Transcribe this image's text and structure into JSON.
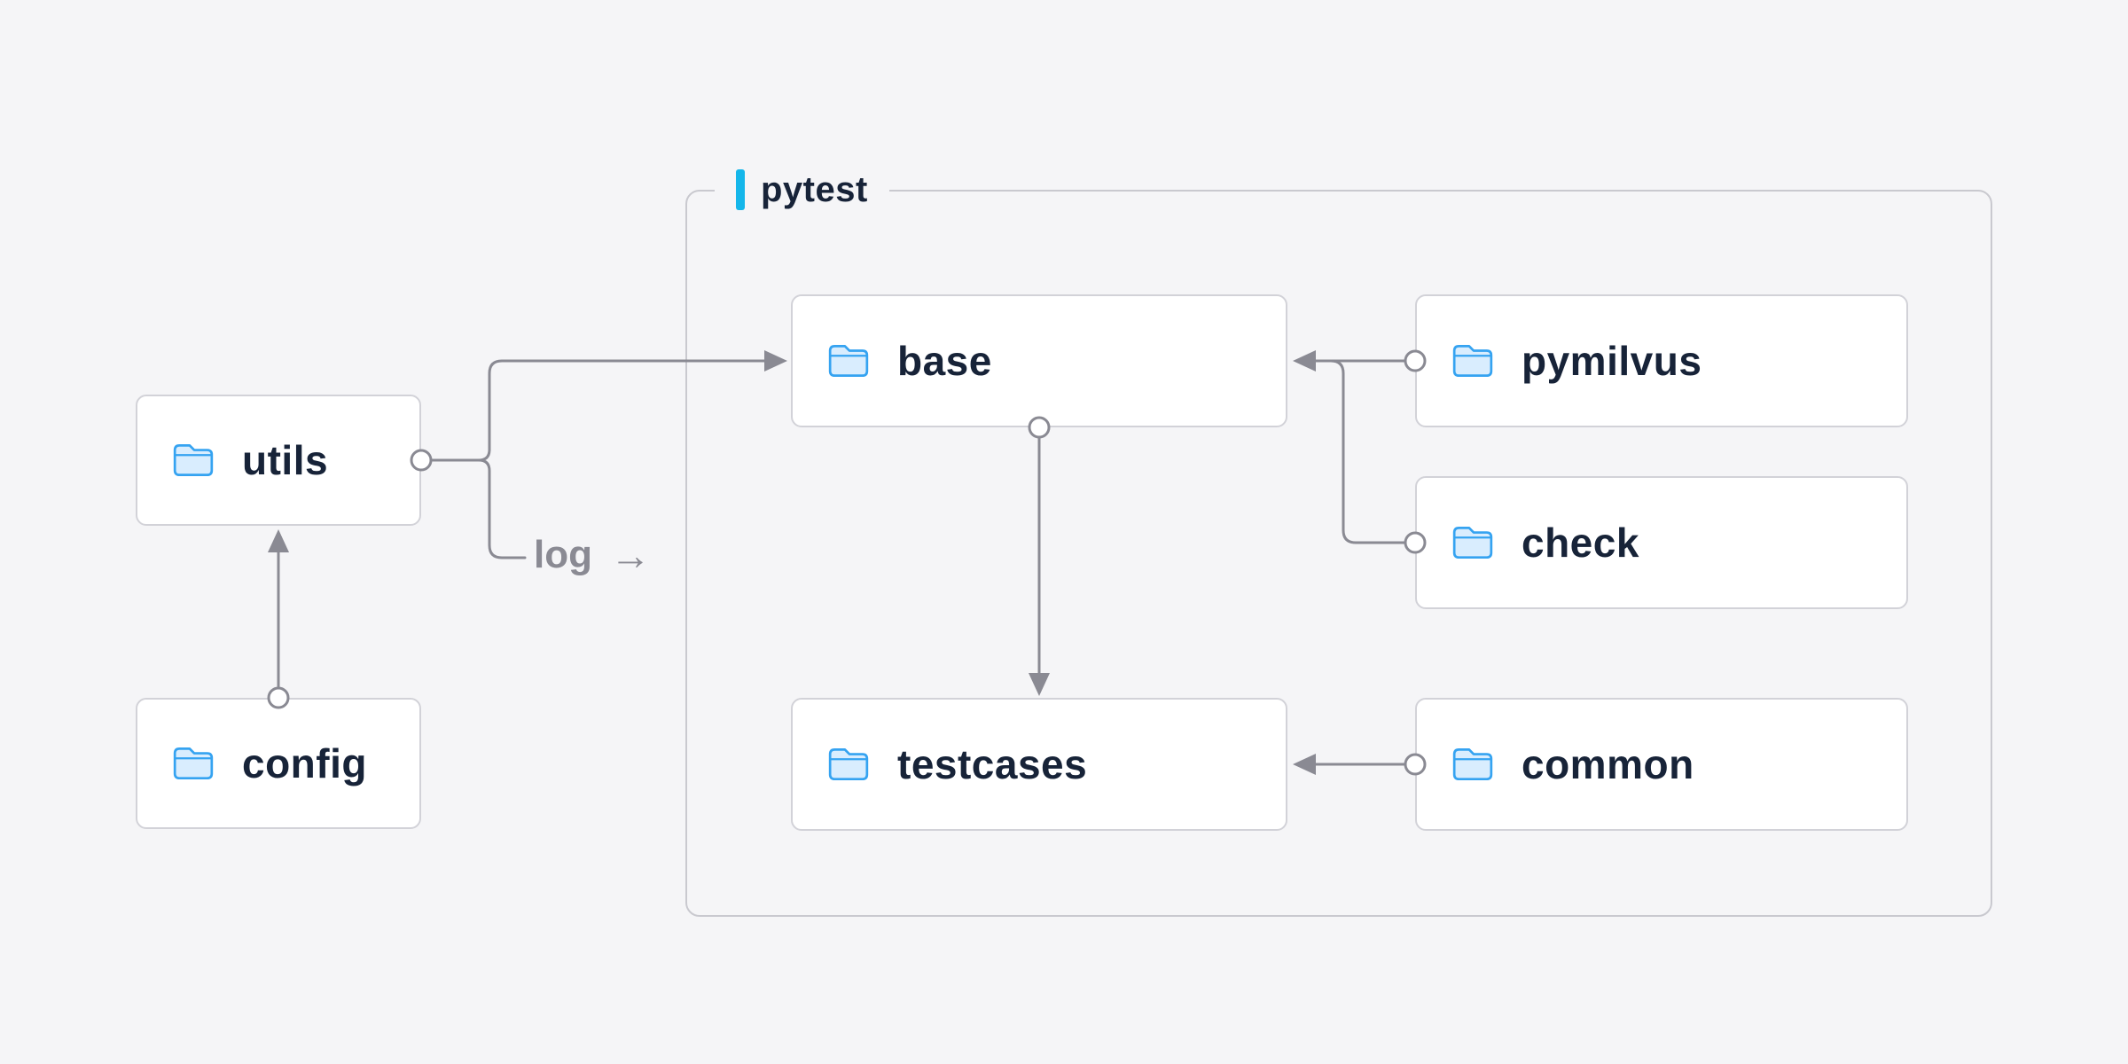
{
  "container": {
    "label": "pytest"
  },
  "nodes": {
    "utils": {
      "label": "utils"
    },
    "config": {
      "label": "config"
    },
    "base": {
      "label": "base"
    },
    "testcases": {
      "label": "testcases"
    },
    "pymilvus": {
      "label": "pymilvus"
    },
    "check": {
      "label": "check"
    },
    "common": {
      "label": "common"
    }
  },
  "edge_labels": {
    "log": "log",
    "log_arrow": "→"
  },
  "colors": {
    "background": "#f5f5f7",
    "node_fill": "#ffffff",
    "node_border": "#d2d2d8",
    "group_border": "#c9c9cf",
    "text": "#172338",
    "accent": "#14b6ea",
    "line": "#8a8a93",
    "folder_fill": "#d9edfe",
    "folder_stroke": "#35a3f1"
  }
}
